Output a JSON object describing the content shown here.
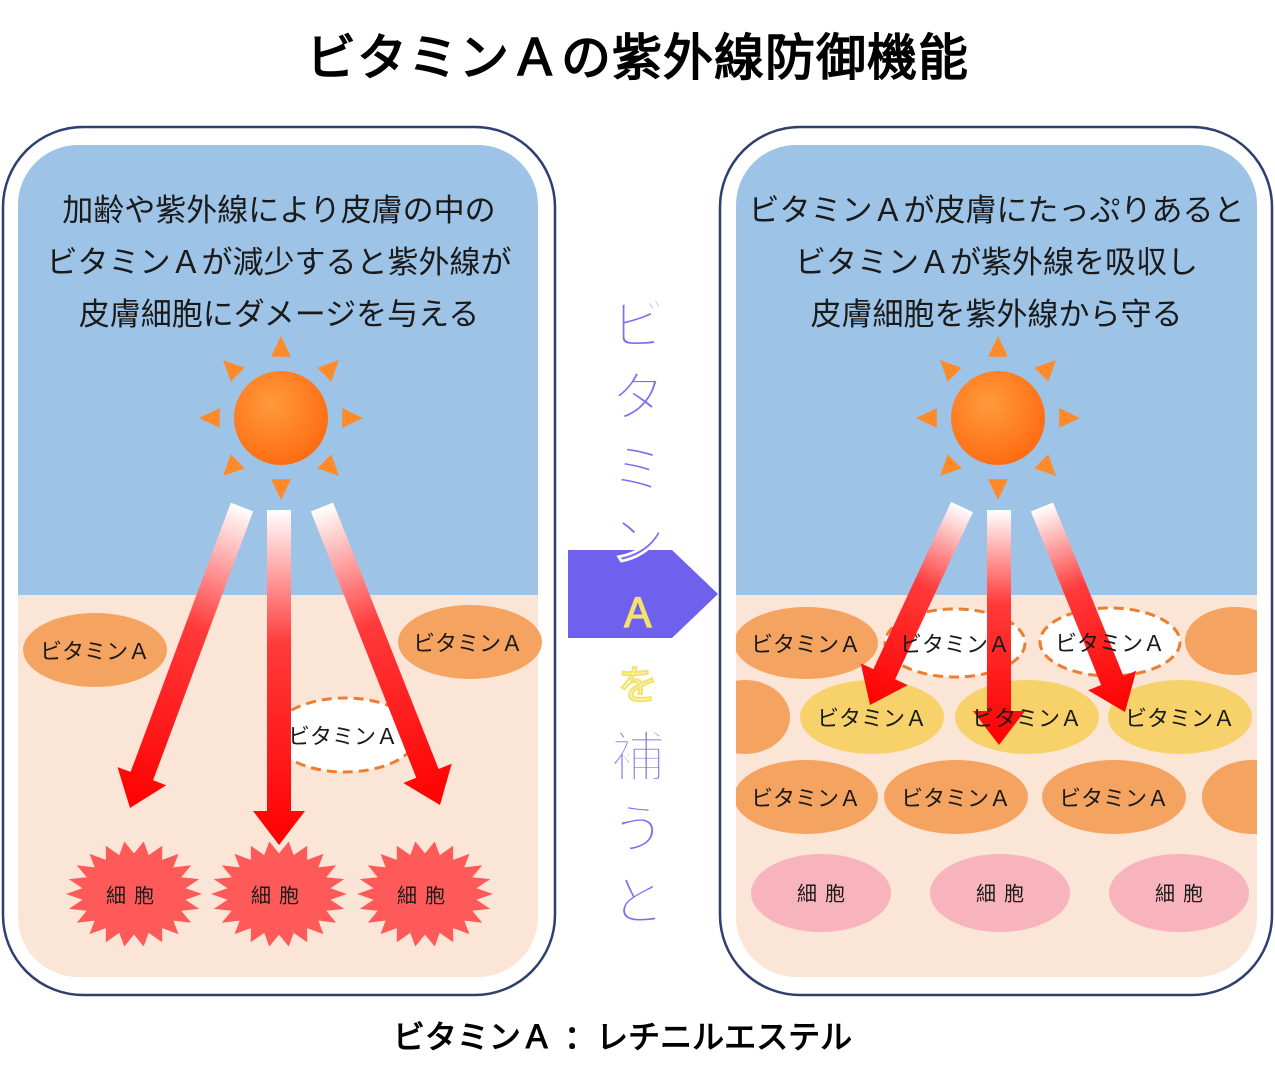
{
  "title": "ビタミンＡの紫外線防御機能",
  "footer": "ビタミンＡ ：レチニルエステル",
  "left_panel": {
    "lines": [
      "加齢や紫外線により皮膚の中の",
      "ビタミンＡが減少すると紫外線が",
      "皮膚細胞にダメージを与える"
    ],
    "vitamin_label": "ビタミンＡ",
    "cell_label": "細胞"
  },
  "middle": {
    "arrow_chars": [
      "ビ",
      "タ",
      "ミ",
      "ン",
      "Ａ",
      "を",
      "補",
      "う",
      "と"
    ]
  },
  "right_panel": {
    "lines": [
      "ビタミンＡが皮膚にたっぷりあると",
      "ビタミンＡが紫外線を吸収し",
      "皮膚細胞を紫外線から守る"
    ],
    "vitamin_label": "ビタミンＡ",
    "cell_label": "細胞"
  },
  "colors": {
    "sky": "#9dc3e6",
    "skin": "#fbe5d6",
    "vitamin_orange": "#f4a460",
    "vitamin_yellow": "#f7d26a",
    "cell_red": "#ff5a5a",
    "cell_pink": "#f8b4bc",
    "arrow_red": "#ff0000",
    "sun_orange": "#ff7a1a",
    "middle_arrow": "#7060ee",
    "panel_border": "#2f3f6f"
  }
}
